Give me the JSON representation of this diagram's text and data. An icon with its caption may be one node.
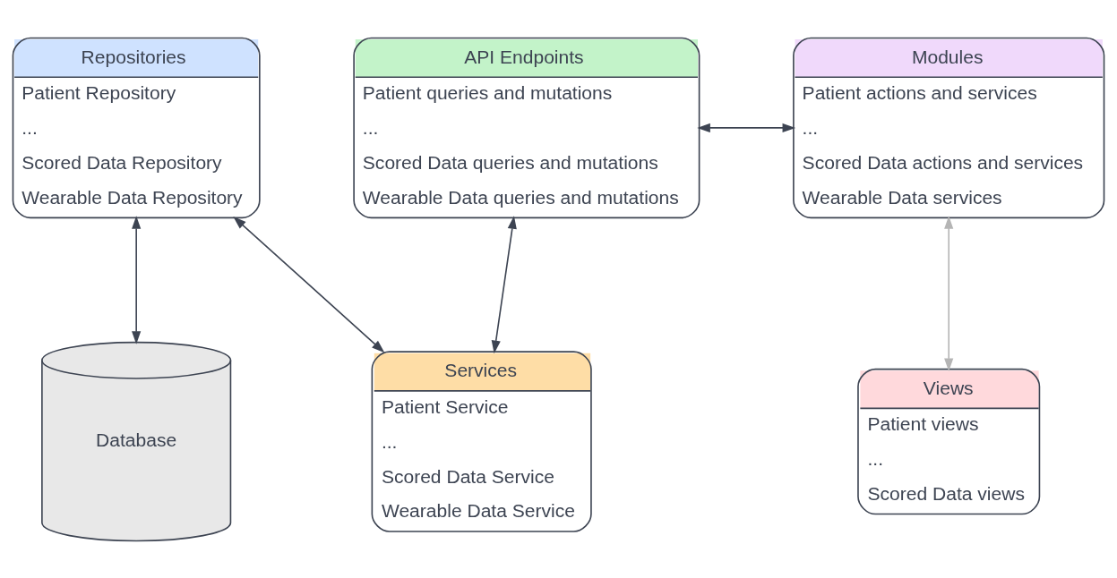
{
  "diagram": {
    "nodes": [
      {
        "text": [
          "Repositories",
          "Patient Repository",
          "...",
          "Scored Data Repository",
          "Wearable Data Repository"
        ]
      },
      {
        "text": [
          "API Endpoints",
          "Patient queries and mutations",
          "...",
          "Scored Data queries and mutations",
          "Wearable Data queries and mutations"
        ]
      },
      {
        "text": [
          "Modules",
          "Patient actions and services",
          "...",
          "Scored Data actions and services",
          "Wearable Data services"
        ]
      },
      {
        "text": [
          "Database"
        ]
      },
      {
        "text": [
          "Services",
          "Patient Service",
          "...",
          "Scored Data Service",
          "Wearable Data Service"
        ]
      },
      {
        "text": [
          "Views",
          "Patient views",
          "...",
          "Scored Data views"
        ]
      }
    ],
    "edges": [
      {
        "from": 0,
        "to": 3,
        "arrow": "both"
      },
      {
        "from": 0,
        "to": 4,
        "arrow": "both"
      },
      {
        "from": 1,
        "to": 4,
        "arrow": "both"
      },
      {
        "from": 1,
        "to": 2,
        "arrow": "both"
      },
      {
        "from": 2,
        "to": 5,
        "arrow": "both",
        "color": "#b5b5b5"
      }
    ]
  }
}
